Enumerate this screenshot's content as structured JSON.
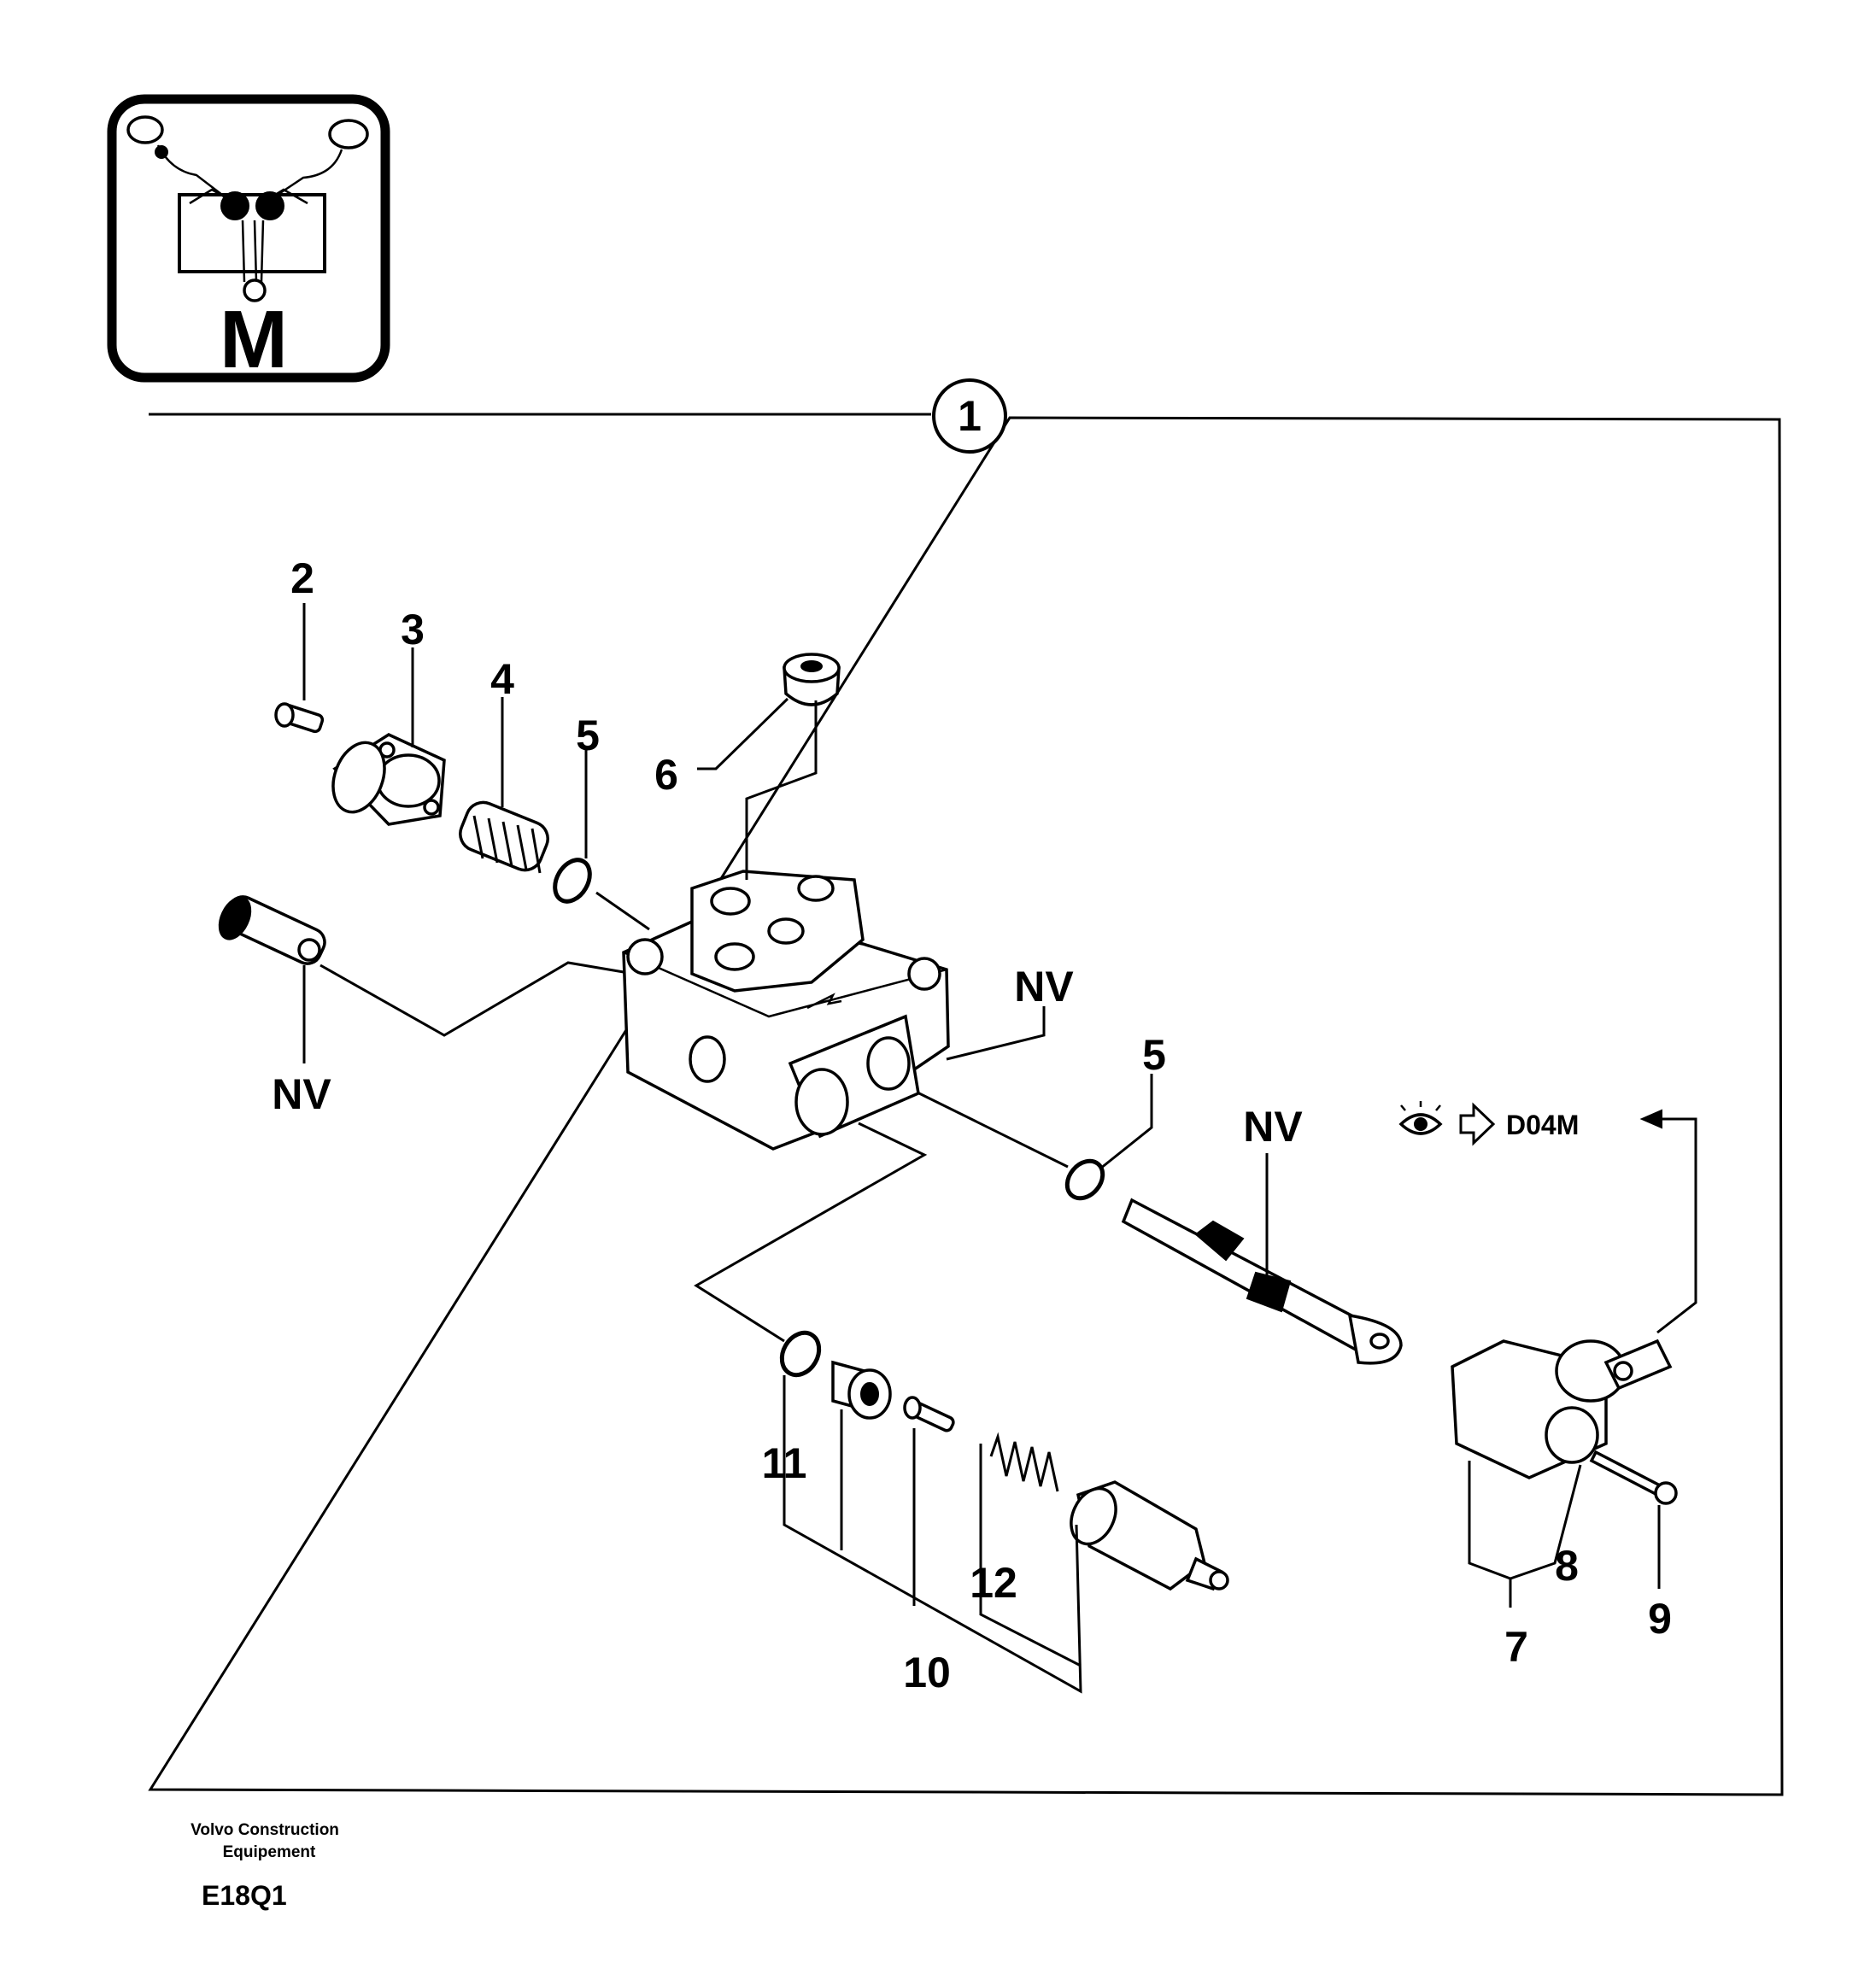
{
  "icon": {
    "letter": "M"
  },
  "group_number": "1",
  "callouts": {
    "c2": "2",
    "c3": "3",
    "c4": "4",
    "c5a": "5",
    "c5b": "5",
    "c6": "6",
    "c7": "7",
    "c8": "8",
    "c9": "9",
    "c10": "10",
    "c11": "11",
    "c12": "12",
    "nv1": "NV",
    "nv2": "NV",
    "nv3": "NV"
  },
  "reference": {
    "code": "D04M"
  },
  "footer": {
    "company_line1": "Volvo Construction",
    "company_line2": "Equipement",
    "drawing_code": "E18Q1"
  }
}
